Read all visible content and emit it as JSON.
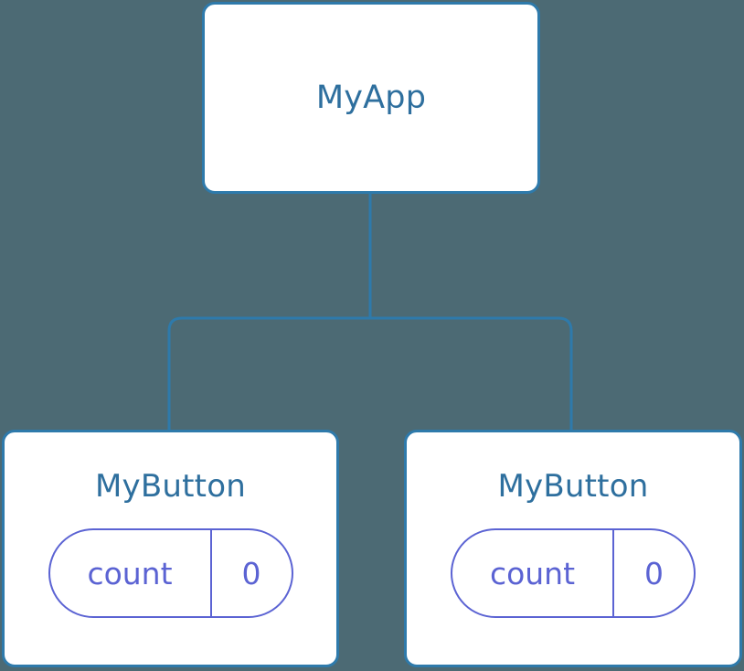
{
  "diagram": {
    "kind": "component-tree",
    "background_color": "#4c6a74",
    "node_border_color": "#2e7aab",
    "node_fill_color": "#ffffff",
    "node_title_color": "#2e6f9e",
    "state_pill_color": "#5b63d3",
    "edge_color": "#2e7aab",
    "root": {
      "label": "MyApp"
    },
    "children": [
      {
        "label": "MyButton",
        "state": {
          "key": "count",
          "value": "0"
        }
      },
      {
        "label": "MyButton",
        "state": {
          "key": "count",
          "value": "0"
        }
      }
    ]
  }
}
